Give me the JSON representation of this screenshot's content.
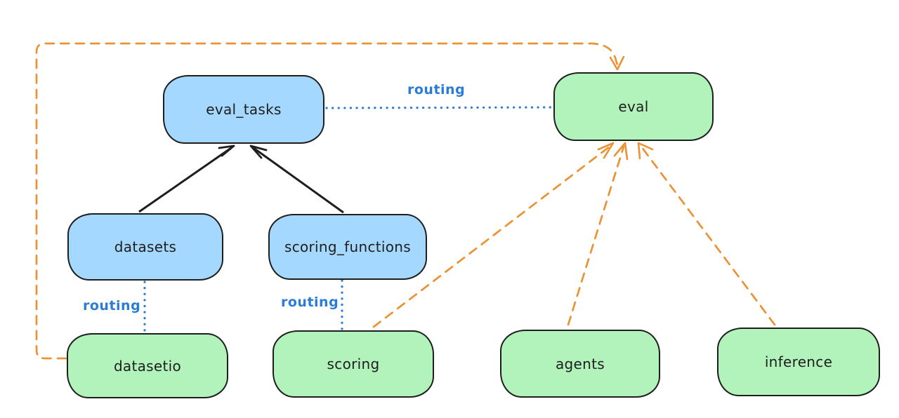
{
  "diagram": {
    "nodes": [
      {
        "id": "eval_tasks",
        "label": "eval_tasks",
        "kind": "api"
      },
      {
        "id": "eval",
        "label": "eval",
        "kind": "provider"
      },
      {
        "id": "datasets",
        "label": "datasets",
        "kind": "api"
      },
      {
        "id": "scoring_functions",
        "label": "scoring_functions",
        "kind": "api"
      },
      {
        "id": "datasetio",
        "label": "datasetio",
        "kind": "provider"
      },
      {
        "id": "scoring",
        "label": "scoring",
        "kind": "provider"
      },
      {
        "id": "agents",
        "label": "agents",
        "kind": "provider"
      },
      {
        "id": "inference",
        "label": "inference",
        "kind": "provider"
      }
    ],
    "edges": [
      {
        "from": "datasets",
        "to": "eval_tasks",
        "style": "solid",
        "color": "black",
        "arrow": true,
        "label": ""
      },
      {
        "from": "scoring_functions",
        "to": "eval_tasks",
        "style": "solid",
        "color": "black",
        "arrow": true,
        "label": ""
      },
      {
        "from": "eval_tasks",
        "to": "eval",
        "style": "dotted",
        "color": "blue",
        "arrow": false,
        "label": "routing"
      },
      {
        "from": "datasets",
        "to": "datasetio",
        "style": "dotted",
        "color": "blue",
        "arrow": false,
        "label": "routing"
      },
      {
        "from": "scoring_functions",
        "to": "scoring",
        "style": "dotted",
        "color": "blue",
        "arrow": false,
        "label": "routing"
      },
      {
        "from": "datasetio",
        "to": "eval",
        "style": "dashed",
        "color": "orange",
        "arrow": true,
        "label": ""
      },
      {
        "from": "scoring",
        "to": "eval",
        "style": "dashed",
        "color": "orange",
        "arrow": true,
        "label": ""
      },
      {
        "from": "agents",
        "to": "eval",
        "style": "dashed",
        "color": "orange",
        "arrow": true,
        "label": ""
      },
      {
        "from": "inference",
        "to": "eval",
        "style": "dashed",
        "color": "orange",
        "arrow": true,
        "label": ""
      }
    ]
  },
  "palette": {
    "background": "#ffffff",
    "ink": "#1e1e1e",
    "api_fill": "#a5d8ff",
    "provider_fill": "#b2f2bb",
    "edge_blue": "#2b7cd6",
    "edge_orange": "#ea9234"
  }
}
